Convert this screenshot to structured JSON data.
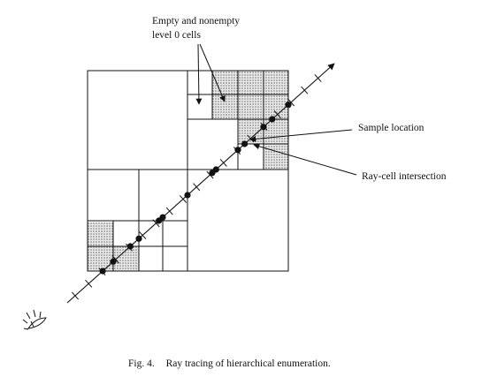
{
  "labels": {
    "empty_nonempty_line1": "Empty and nonempty",
    "empty_nonempty_line2": "level 0 cells",
    "sample_location": "Sample location",
    "ray_cell_intersection": "Ray-cell intersection"
  },
  "caption": {
    "fig": "Fig. 4.",
    "text": "Ray tracing of hierarchical enumeration."
  },
  "colors": {
    "ink": "#111111",
    "paper": "#ffffff"
  },
  "icons": {
    "eye": "eye-icon"
  }
}
